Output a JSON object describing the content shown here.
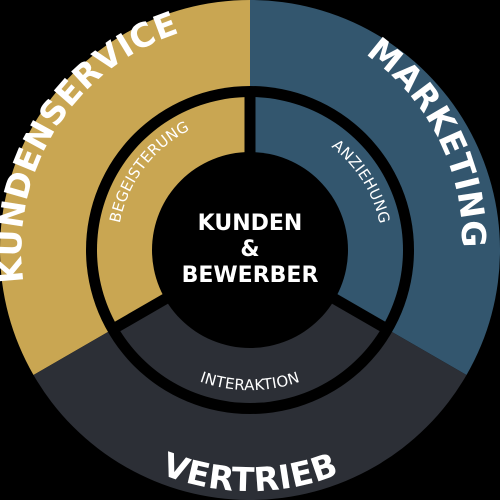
{
  "colors": {
    "background": "#000000",
    "kundenservice": "#c9a652",
    "marketing": "#33566e",
    "vertrieb": "#2c2f36",
    "center": "#000000",
    "text": "#ffffff"
  },
  "segments": [
    {
      "id": "kundenservice",
      "outer_label": "KUNDENSERVICE",
      "inner_label": "BEGEISTERUNG"
    },
    {
      "id": "marketing",
      "outer_label": "MARKETING",
      "inner_label": "ANZIEHUNG"
    },
    {
      "id": "vertrieb",
      "outer_label": "VERTRIEB",
      "inner_label": "INTERAKTION"
    }
  ],
  "center": {
    "line1": "KUNDEN",
    "line2": "&",
    "line3": "BEWERBER"
  }
}
